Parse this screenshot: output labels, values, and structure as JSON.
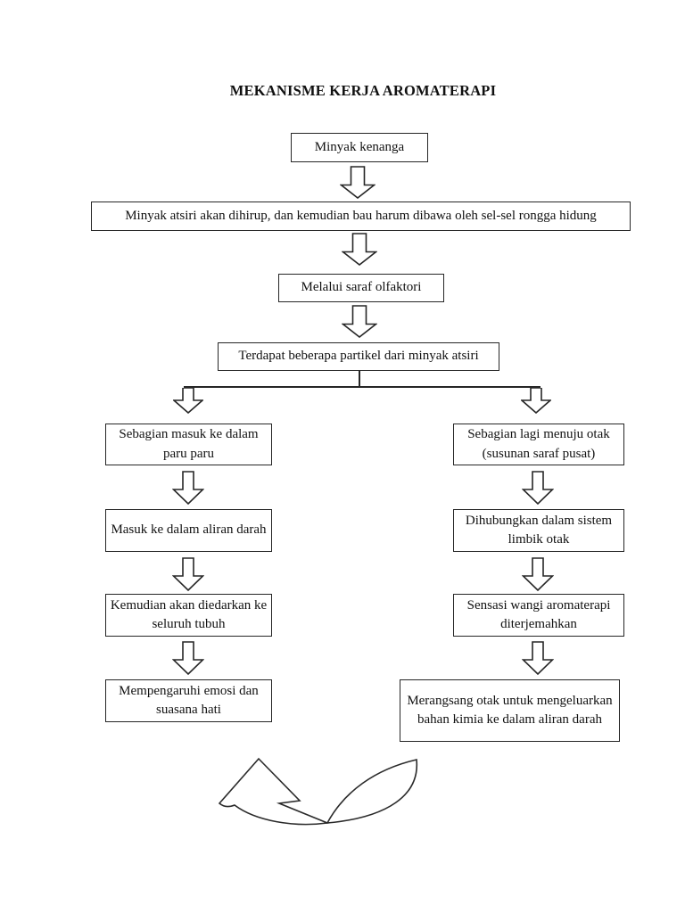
{
  "document": {
    "title": "MEKANISME KERJA AROMATERAPI"
  },
  "flowchart": {
    "top_chain": {
      "node1": "Minyak kenanga",
      "node2": "Minyak atsiri akan dihirup, dan kemudian bau harum dibawa oleh sel-sel rongga hidung",
      "node3": "Melalui saraf olfaktori",
      "node4": "Terdapat beberapa partikel dari minyak atsiri"
    },
    "left_branch": {
      "node1": "Sebagian masuk ke dalam paru paru",
      "node2": "Masuk ke dalam aliran darah",
      "node3": "Kemudian akan diedarkan ke seluruh tubuh",
      "node4": "Mempengaruhi emosi dan suasana hati"
    },
    "right_branch": {
      "node1": "Sebagian lagi menuju otak (susunan saraf pusat)",
      "node2": "Dihubungkan dalam sistem limbik otak",
      "node3": "Sensasi wangi aromaterapi diterjemahkan",
      "node4": "Merangsang otak untuk mengeluarkan bahan kimia ke dalam aliran darah"
    }
  },
  "colors": {
    "page_background": "#ffffff",
    "line": "#262626",
    "text": "#111111"
  }
}
